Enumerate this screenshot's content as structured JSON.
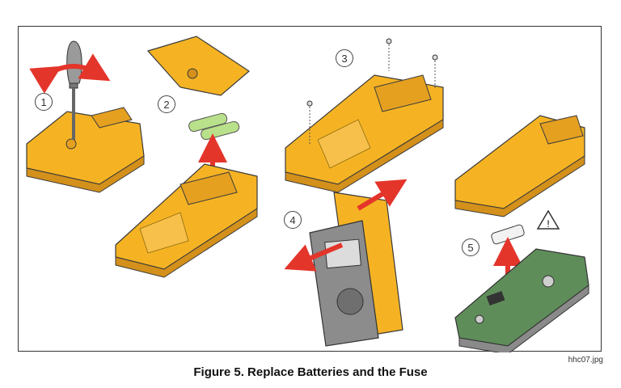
{
  "figure": {
    "caption": "Figure 5. Replace Batteries and the Fuse",
    "reference": "hhc07.jpg"
  },
  "steps": [
    "1",
    "2",
    "3",
    "4",
    "5"
  ],
  "colors": {
    "case_yellow": "#f5b324",
    "case_shadow": "#d3901a",
    "case_edge": "#3a3a3a",
    "arrow_red": "#e4352b",
    "battery_green": "#b9e08a",
    "pcb_green": "#5f8d5a",
    "bezel_gray": "#8c8c8c"
  }
}
